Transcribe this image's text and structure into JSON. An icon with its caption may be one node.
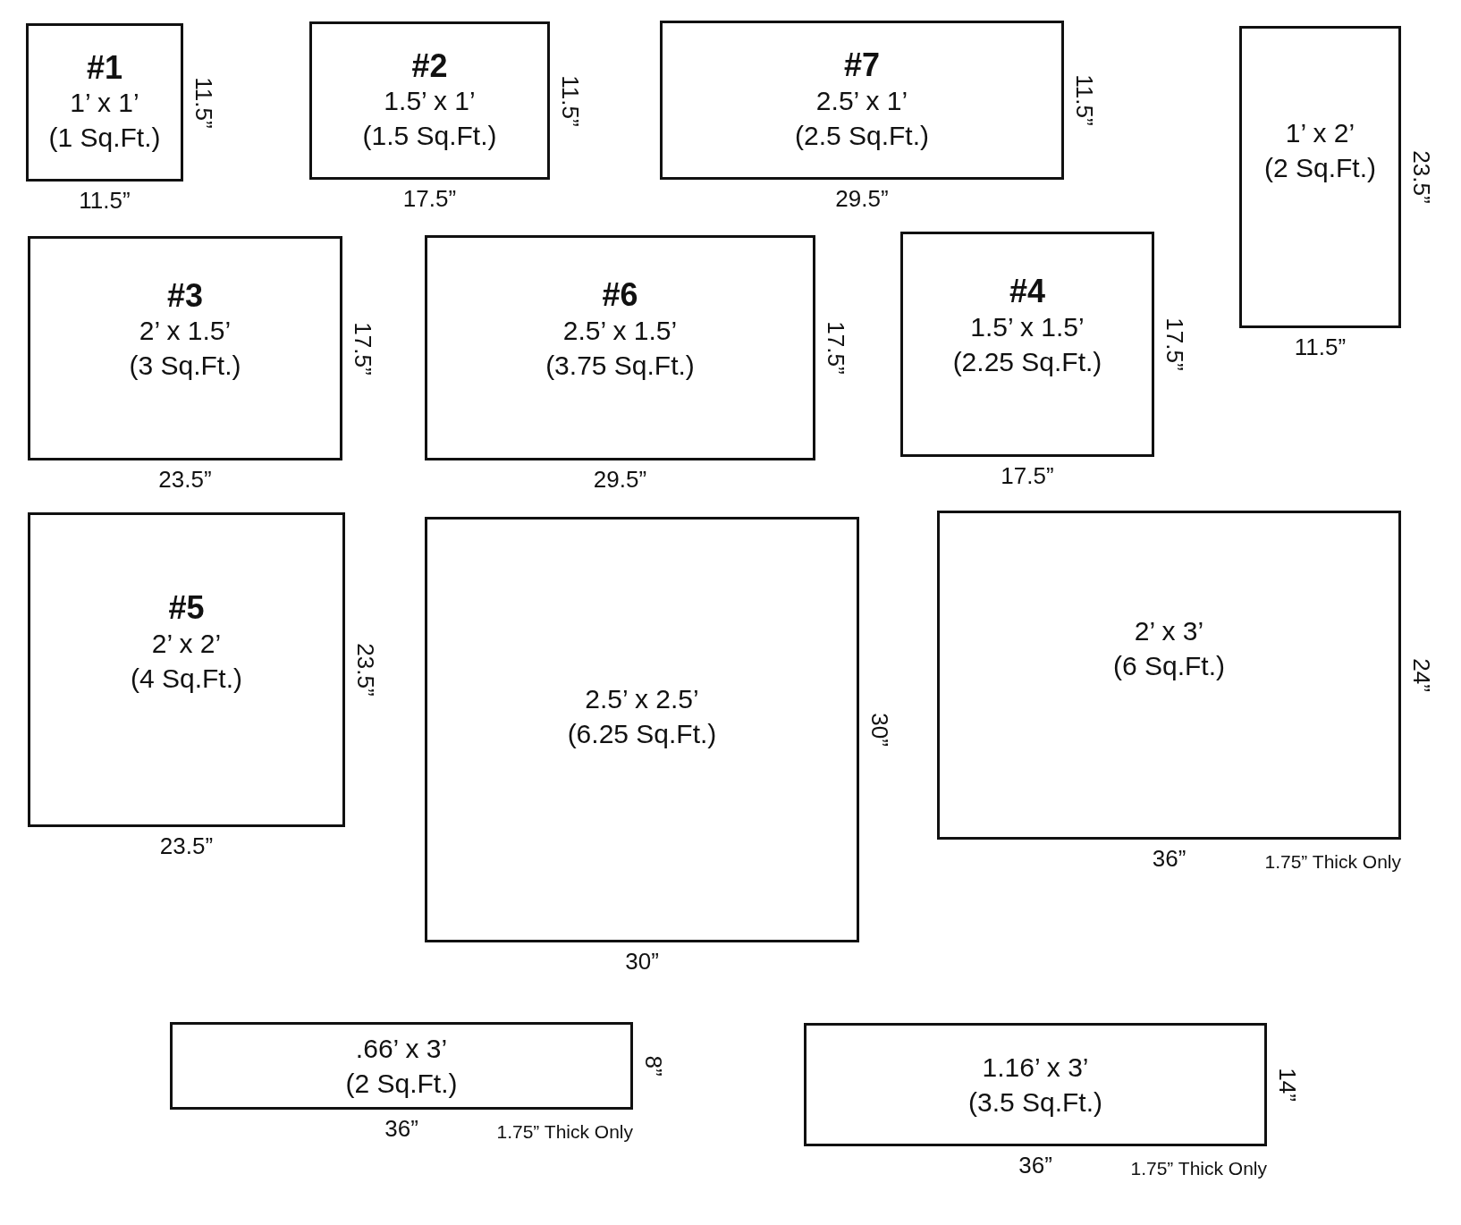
{
  "diagram": {
    "nodes": [
      {
        "text": [
          "#1",
          "1’ x 1’",
          "(1 Sq.Ft.)"
        ],
        "beside": [
          "11.5”",
          "11.5”"
        ]
      },
      {
        "text": [
          "#2",
          "1.5’ x 1’",
          "(1.5 Sq.Ft.)"
        ],
        "beside": [
          "11.5”",
          "17.5”"
        ]
      },
      {
        "text": [
          "#7",
          "2.5’ x 1’",
          "(2.5 Sq.Ft.)"
        ],
        "beside": [
          "11.5”",
          "29.5”"
        ]
      },
      {
        "text": [
          "1’ x 2’",
          "(2 Sq.Ft.)"
        ],
        "beside": [
          "23.5”",
          "11.5”"
        ]
      },
      {
        "text": [
          "#3",
          "2’ x 1.5’",
          "(3 Sq.Ft.)"
        ],
        "beside": [
          "17.5”",
          "23.5”"
        ]
      },
      {
        "text": [
          "#6",
          "2.5’ x 1.5’",
          "(3.75 Sq.Ft.)"
        ],
        "beside": [
          "17.5”",
          "29.5”"
        ]
      },
      {
        "text": [
          "#4",
          "1.5’ x 1.5’",
          "(2.25 Sq.Ft.)"
        ],
        "beside": [
          "17.5”",
          "17.5”"
        ]
      },
      {
        "text": [
          "#5",
          "2’ x 2’",
          "(4 Sq.Ft.)"
        ],
        "beside": [
          "23.5”",
          "23.5”"
        ]
      },
      {
        "text": [
          "2.5’ x 2.5’",
          "(6.25 Sq.Ft.)"
        ],
        "beside": [
          "30”",
          "30”"
        ]
      },
      {
        "text": [
          "2’ x 3’",
          "(6 Sq.Ft.)"
        ],
        "beside": [
          "24”",
          "36”",
          "1.75” Thick Only"
        ]
      },
      {
        "text": [
          ".66’ x 3’",
          "(2 Sq.Ft.)"
        ],
        "beside": [
          "8”",
          "36”",
          "1.75” Thick Only"
        ]
      },
      {
        "text": [
          "1.16’ x 3’",
          "(3.5 Sq.Ft.)"
        ],
        "beside": [
          "14”",
          "36”",
          "1.75” Thick Only"
        ]
      }
    ]
  }
}
